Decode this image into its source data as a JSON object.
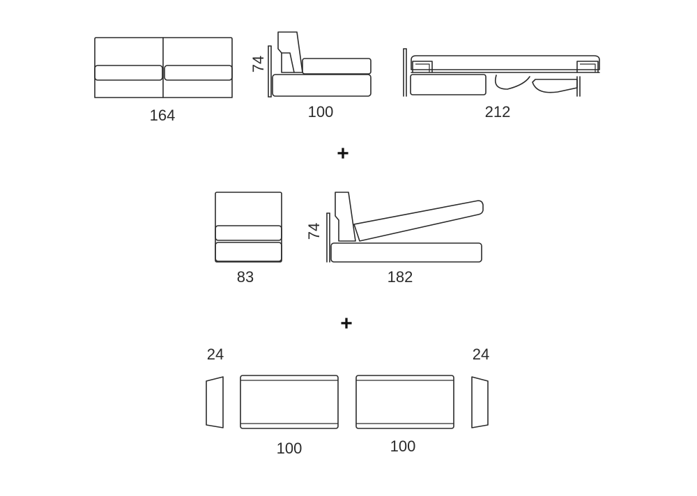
{
  "sofa_bed": {
    "front_width": "164",
    "side_height": "74",
    "side_depth": "100",
    "open_length": "212"
  },
  "separator_1": "+",
  "chaise": {
    "front_width": "83",
    "side_height": "74",
    "open_length": "182"
  },
  "separator_2": "+",
  "components": {
    "left_arm_width": "24",
    "seat_1_width": "100",
    "seat_2_width": "100",
    "right_arm_width": "24"
  },
  "colors": {
    "line": "#2a2a2a",
    "background": "#ffffff"
  }
}
